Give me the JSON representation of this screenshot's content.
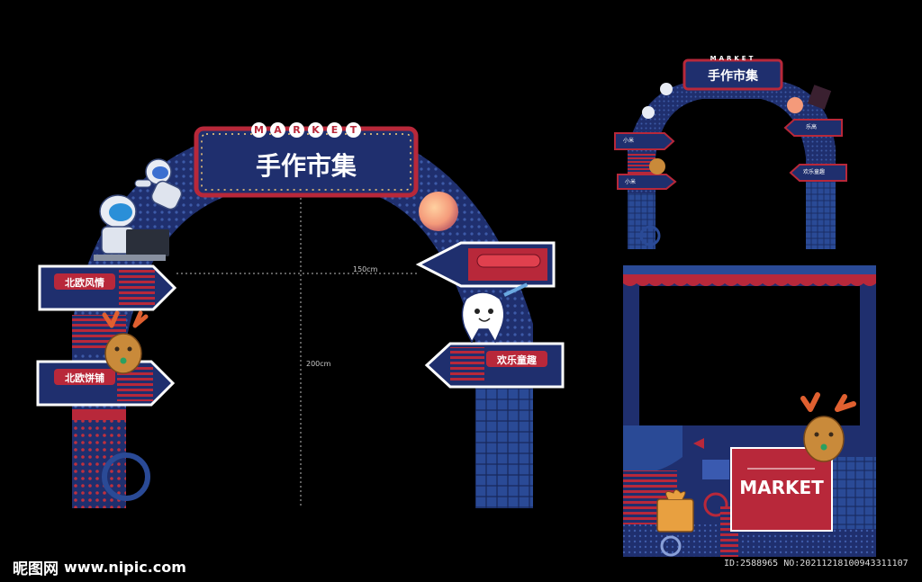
{
  "main_arch": {
    "marquee_letters": [
      "M",
      "A",
      "R",
      "K",
      "E",
      "T"
    ],
    "title": "手作市集",
    "signs": {
      "left_top": "北欧风情",
      "left_bottom": "北欧饼铺",
      "right_bottom": "欢乐童趣"
    },
    "dimensions": {
      "width_label": "150cm",
      "height_label": "200cm"
    }
  },
  "small_arch": {
    "marquee_text": "MARKET",
    "title": "手作市集",
    "signs": [
      "小米",
      "小米",
      "乐高",
      "欢乐童趣"
    ]
  },
  "photo_frame": {
    "board_text": "MARKET"
  },
  "watermark": {
    "logo_text": "昵图网",
    "site_text": "www.nipic.com"
  },
  "image_id": "ID:2588965 NO:20211218100943311107",
  "colors": {
    "navy": "#1f2f6e",
    "red": "#b8283a",
    "dark_red": "#9e2030",
    "background": "#000000"
  }
}
